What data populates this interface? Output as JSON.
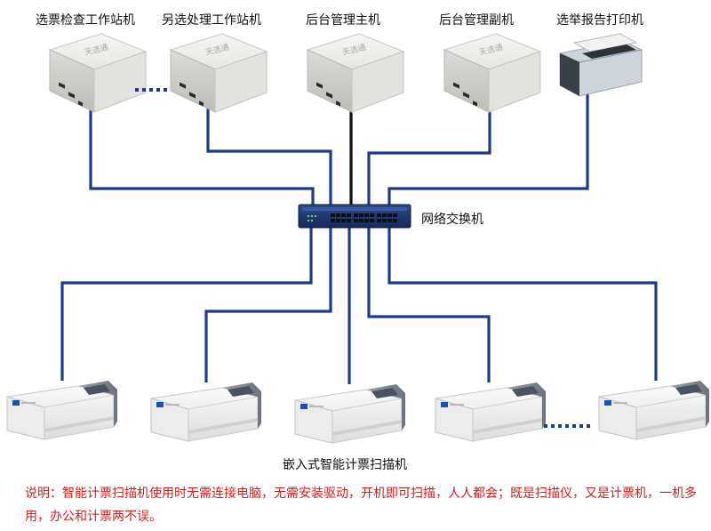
{
  "devices": {
    "ws_check": "选票检查工作站机",
    "ws_process": "另选处理工作站机",
    "server_main": "后台管理主机",
    "server_backup": "后台管理副机",
    "printer": "选举报告打印机"
  },
  "switch_label": "网络交换机",
  "scanner_label": "嵌入式智能计票扫描机",
  "note": "说明：智能计票扫描机使用时无需连接电脑，无需安装驱动，开机即可扫描，人人都会；既是扫描仪，又是计票机，一机多用，办公和计票两不误。",
  "colors": {
    "cable_blue": "#1f3a8a",
    "cable_black": "#111111",
    "note_red": "#d21c1c"
  }
}
